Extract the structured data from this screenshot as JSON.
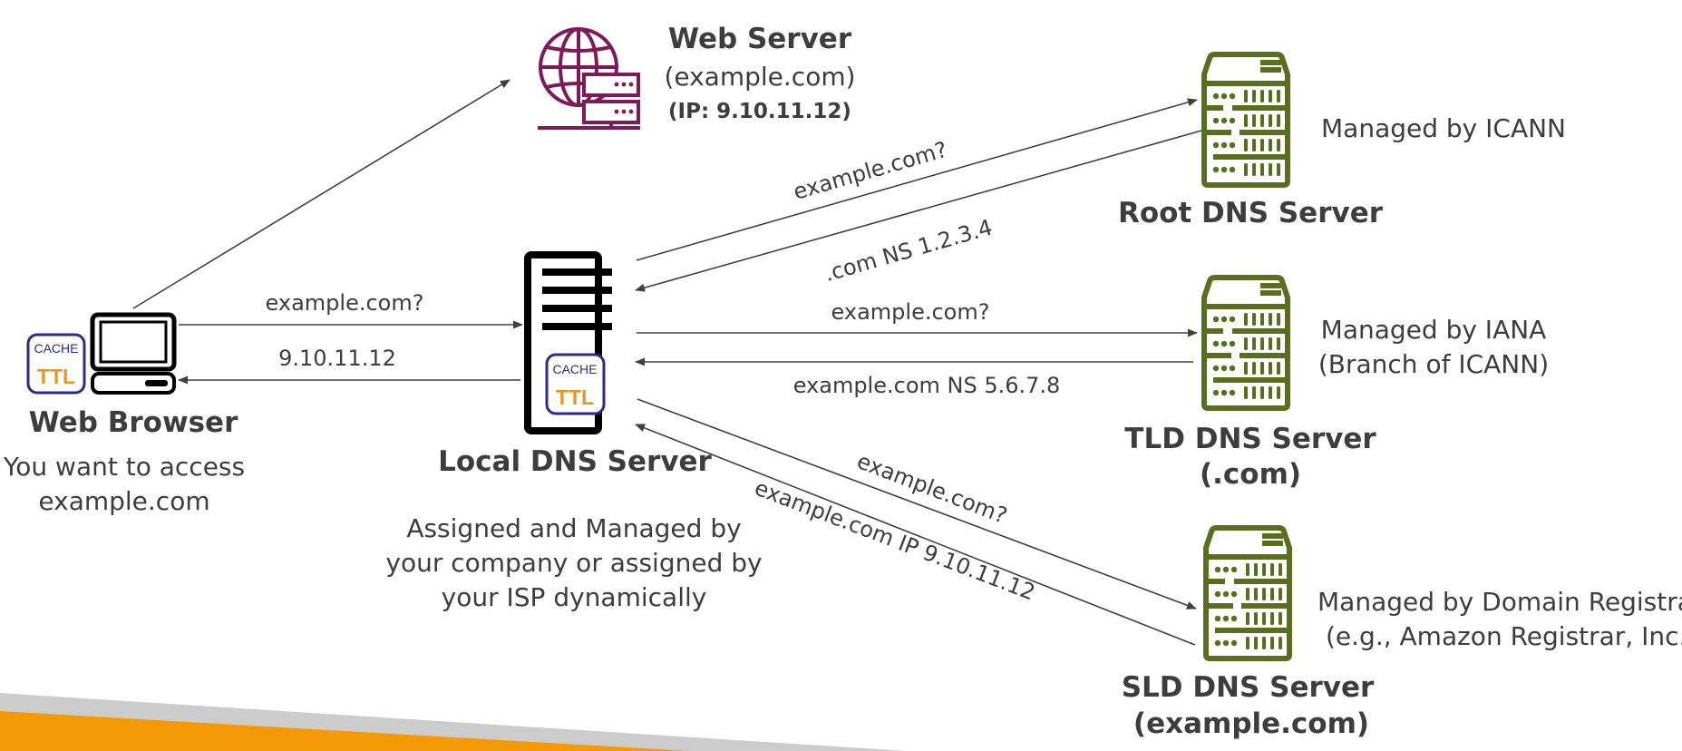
{
  "colors": {
    "text": "#3d3d3d",
    "server_green": "#5a6e1f",
    "web_server_purple": "#7d1a57",
    "cache_border": "#2e2a86",
    "ttl_orange": "#e8971f",
    "footer_orange": "#f49a06",
    "footer_gray": "#cccccc",
    "arrow": "#404040"
  },
  "nodes": {
    "web_browser": {
      "title": "Web Browser",
      "desc_line1": "You want to access",
      "desc_line2": "example.com",
      "cache_label": "CACHE",
      "ttl_label": "TTL",
      "icon": "desktop-computer-icon"
    },
    "local_dns": {
      "title": "Local DNS Server",
      "desc_line1": "Assigned and Managed by",
      "desc_line2": "your company or assigned by",
      "desc_line3": "your ISP dynamically",
      "cache_label": "CACHE",
      "ttl_label": "TTL",
      "icon": "server-tower-icon"
    },
    "web_server": {
      "title": "Web Server",
      "domain": "(example.com)",
      "ip": "(IP: 9.10.11.12)",
      "icon": "globe-server-icon"
    },
    "root_dns": {
      "title": "Root DNS Server",
      "managed_by": "Managed by ICANN",
      "icon": "rack-server-icon"
    },
    "tld_dns": {
      "title": "TLD DNS Server",
      "subtitle": "(.com)",
      "managed_by_line1": "Managed by IANA",
      "managed_by_line2": "(Branch of ICANN)",
      "icon": "rack-server-icon"
    },
    "sld_dns": {
      "title": "SLD DNS Server",
      "subtitle": "(example.com)",
      "managed_by_line1": "Managed by Domain Registrar",
      "managed_by_line2": "(e.g., Amazon Registrar, Inc.)",
      "icon": "rack-server-icon"
    }
  },
  "edges": {
    "browser_to_local": "example.com?",
    "local_to_browser": "9.10.11.12",
    "local_to_root": "example.com?",
    "root_to_local": ".com NS 1.2.3.4",
    "local_to_tld": "example.com?",
    "tld_to_local": "example.com NS 5.6.7.8",
    "local_to_sld": "example.com?",
    "sld_to_local": "example.com IP 9.10.11.12"
  }
}
